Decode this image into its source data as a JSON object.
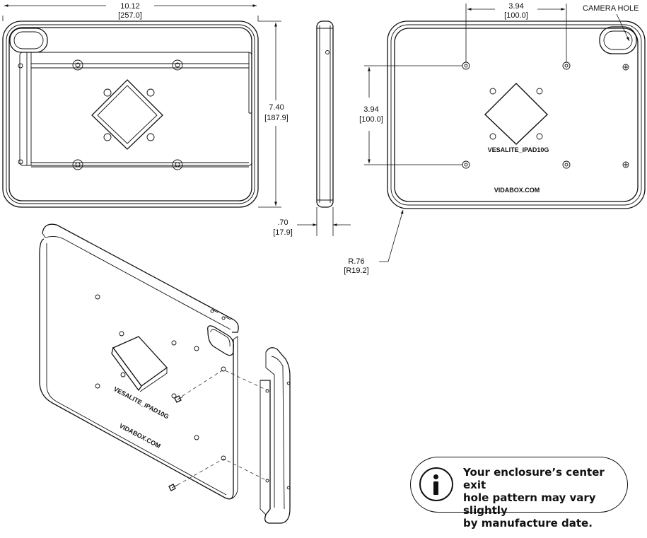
{
  "dimensions": {
    "width": {
      "in": "10.12",
      "mm": "[257.0]"
    },
    "height": {
      "in": "7.40",
      "mm": "[187.9]"
    },
    "depth": {
      "in": ".70",
      "mm": "[17.9]"
    },
    "hole_spacing_h": {
      "in": "3.94",
      "mm": "[100.0]"
    },
    "hole_spacing_v": {
      "in": "3.94",
      "mm": "[100.0]"
    },
    "corner_radius": {
      "in": "R.76",
      "mm": "[R19.2]"
    }
  },
  "labels": {
    "camera_hole": "CAMERA HOLE",
    "model_back": "VESALITE_IPAD10G",
    "brand_back": "VIDABOX.COM",
    "model_iso": "VESALITE_IPAD10G",
    "brand_iso": "VIDABOX.COM"
  },
  "note": {
    "text": "Your enclosure’s center exit\nhole pattern may vary slightly\nby manufacture date.",
    "icon": "info-icon"
  }
}
